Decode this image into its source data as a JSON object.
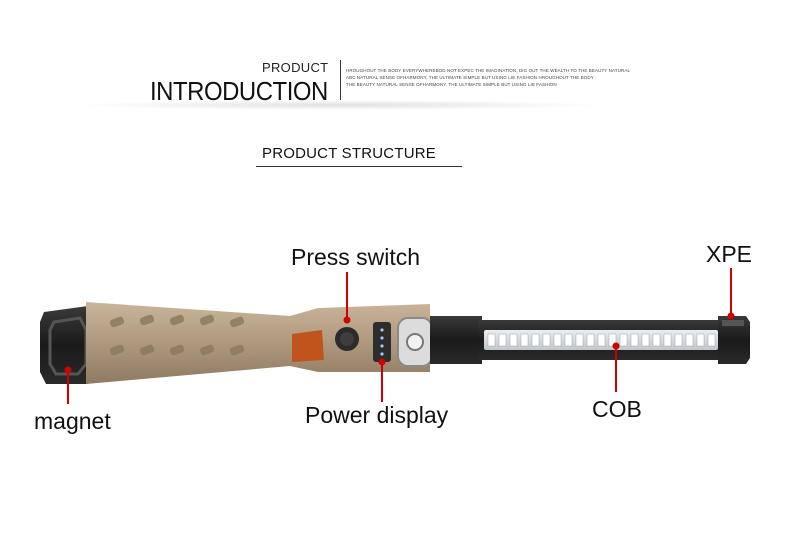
{
  "header": {
    "small_title": "PRODUCT",
    "big_title": "INTRODUCTION",
    "tagline_lines": [
      "HROUGHOUT THE BODY EVERYWHEREBOD NOT EXPEC THE IMAGINATION, DIG OUT THE WEALTH TO THE BEAUTY NATURAL",
      "ABC NATURAL SENSE OFHARMONY, THE ULTIMATE SIMPLE BUT USING LIE FASHION HROUGHOUT THE BODY",
      "THE BEAUTY NATURAL SENSE OFHARMONY, THE ULTIMATE SIMPLE BUT USING LIE FASHION"
    ]
  },
  "section": {
    "title": "PRODUCT STRUCTURE"
  },
  "labels": {
    "press_switch": "Press switch",
    "xpe": "XPE",
    "magnet": "magnet",
    "power_display": "Power display",
    "cob": "COB"
  },
  "colors": {
    "accent": "#d10000",
    "body": "#b59f86",
    "dark": "#1c1c1c"
  }
}
